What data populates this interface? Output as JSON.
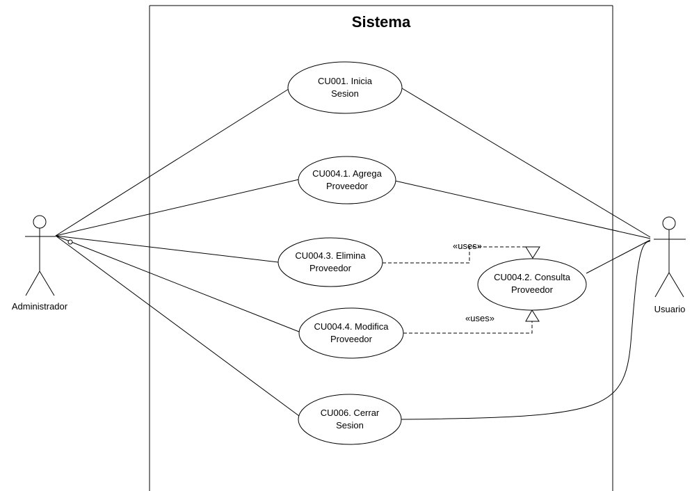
{
  "system": {
    "title": "Sistema"
  },
  "actors": {
    "admin": {
      "label": "Administrador"
    },
    "user": {
      "label": "Usuario"
    }
  },
  "use_cases": {
    "uc001": {
      "line1": "CU001. Inicia",
      "line2": "Sesion"
    },
    "uc0041": {
      "line1": "CU004.1. Agrega",
      "line2": "Proveedor"
    },
    "uc0043": {
      "line1": "CU004.3. Elimina",
      "line2": "Proveedor"
    },
    "uc0042": {
      "line1": "CU004.2. Consulta",
      "line2": "Proveedor"
    },
    "uc0044": {
      "line1": "CU004.4. Modifica",
      "line2": "Proveedor"
    },
    "uc006": {
      "line1": "CU006. Cerrar",
      "line2": "Sesion"
    }
  },
  "relations": {
    "uses1": "«uses»",
    "uses2": "«uses»"
  }
}
